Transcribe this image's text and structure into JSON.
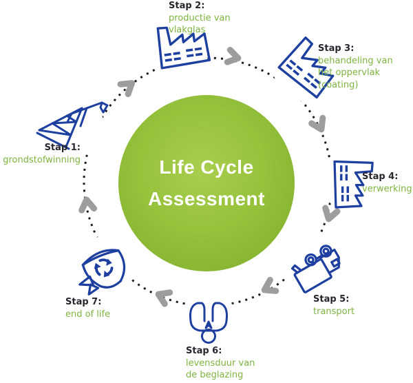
{
  "diagram": {
    "center": {
      "line1": "Life Cycle",
      "line2": "Assessment"
    },
    "colors": {
      "center_circle_inner": "#a9ce4e",
      "center_circle_outer": "#7cac2a",
      "step_title_dark": "#26262e",
      "step_text_green": "#7eb43f",
      "icon_blue": "#1d3fa0",
      "arrow_gray": "#9d9d9d",
      "ring_dash_black": "#1b1b1b"
    },
    "steps": [
      {
        "number": 1,
        "title": "Stap 1:",
        "lines": [
          "grondstofwinning"
        ],
        "icon": "oil-derrick-icon"
      },
      {
        "number": 2,
        "title": "Stap 2:",
        "lines": [
          "productie van",
          "vlakglas"
        ],
        "icon": "factory-icon"
      },
      {
        "number": 3,
        "title": "Stap 3:",
        "lines": [
          "behandeling van",
          "het oppervlak",
          "(coating)"
        ],
        "icon": "factory-icon"
      },
      {
        "number": 4,
        "title": "Stap 4:",
        "lines": [
          "verwerking"
        ],
        "icon": "factory-icon"
      },
      {
        "number": 5,
        "title": "Stap 5:",
        "lines": [
          "transport"
        ],
        "icon": "truck-icon"
      },
      {
        "number": 6,
        "title": "Stap 6:",
        "lines": [
          "levensduur van",
          "de beglazing"
        ],
        "icon": "person-icon"
      },
      {
        "number": 7,
        "title": "Stap 7:",
        "lines": [
          "end of life"
        ],
        "icon": "recycle-bin-icon"
      }
    ]
  }
}
